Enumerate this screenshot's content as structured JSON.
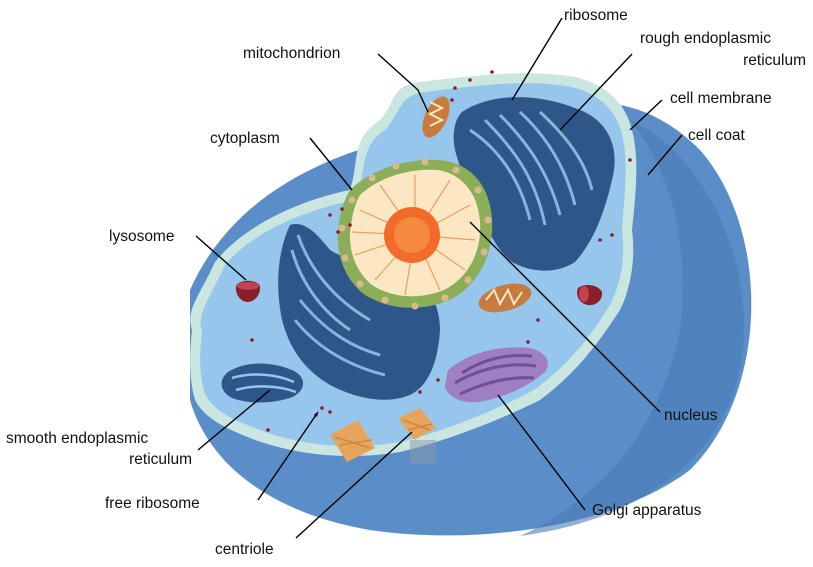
{
  "diagram": {
    "labels": {
      "ribosome": "ribosome",
      "rough_er_1": "rough endoplasmic",
      "rough_er_2": "reticulum",
      "mitochondrion": "mitochondrion",
      "cell_membrane": "cell membrane",
      "cell_coat": "cell coat",
      "cytoplasm": "cytoplasm",
      "lysosome": "lysosome",
      "nucleus": "nucleus",
      "smooth_er_1": "smooth endoplasmic",
      "smooth_er_2": "reticulum",
      "free_ribosome": "free ribosome",
      "golgi": "Golgi apparatus",
      "centriole": "centriole"
    },
    "colors": {
      "cell_coat": "#5b8ec9",
      "cell_coat_dark": "#4a7bb6",
      "membrane": "#c9e6e0",
      "cytoplasm": "#96c6ec",
      "er": "#2f5688",
      "er_dark": "#223f69",
      "nucleus_envelope": "#8cae58",
      "nucleoplasm": "#fbe8c2",
      "nucleolus": "#f26b2a",
      "mitochondrion": "#c87b3f",
      "lysosome": "#8a1f2a",
      "golgi": "#9f7fc2",
      "golgi_dark": "#6f4f96",
      "centriole": "#e6a55b",
      "ribosome_dot": "#8b1c2c",
      "leader": "#000000"
    }
  }
}
